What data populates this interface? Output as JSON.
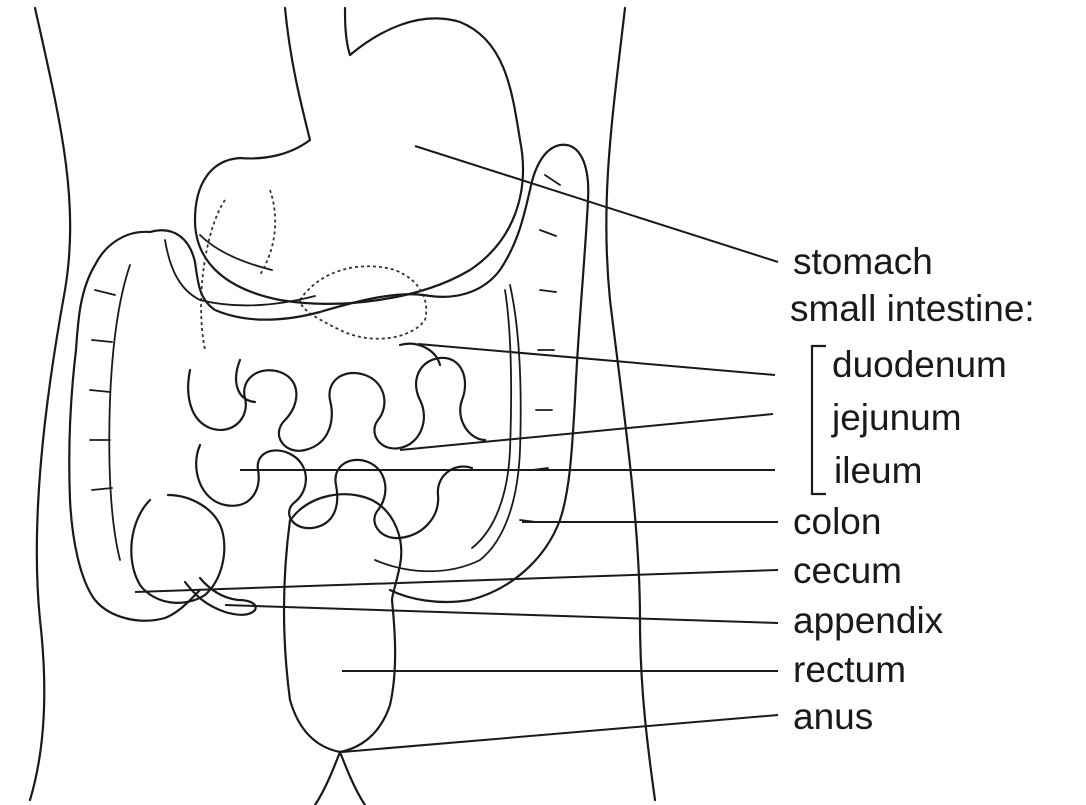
{
  "labels": {
    "stomach": "stomach",
    "small_intestine": "small intestine:",
    "duodenum": "duodenum",
    "jejunum": "jejunum",
    "ileum": "ileum",
    "colon": "colon",
    "cecum": "cecum",
    "appendix": "appendix",
    "rectum": "rectum",
    "anus": "anus"
  }
}
